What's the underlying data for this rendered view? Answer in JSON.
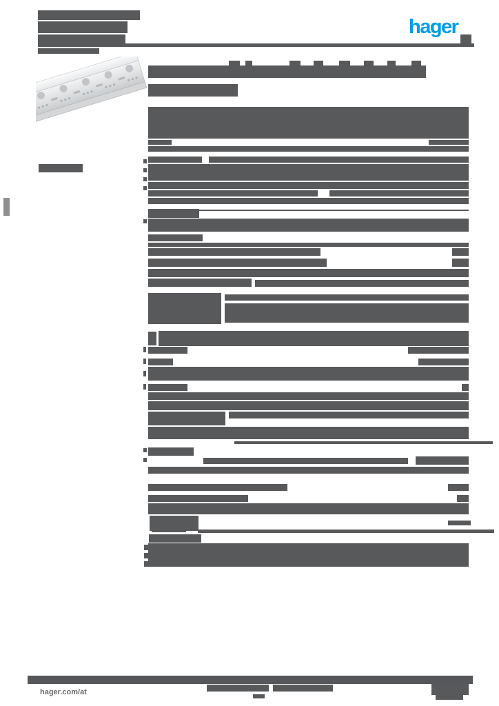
{
  "brand": {
    "logo_text": "hager",
    "logo_color": "#009FE3"
  },
  "footer": {
    "website_label": "hager.com/at"
  },
  "page_style": {
    "background_color": "#FFFFFF",
    "redaction_bar_color": "#58595B",
    "footer_bar_color": "#55575A"
  },
  "product_image": {
    "semantic": "perforated-galvanized-steel-mounting-rail"
  }
}
